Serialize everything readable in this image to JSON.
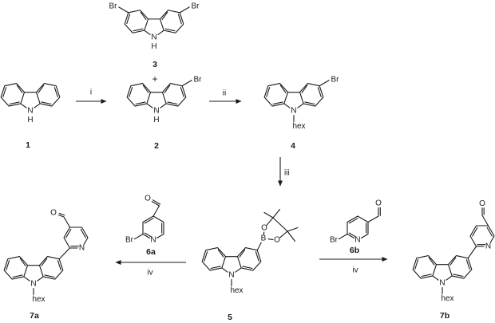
{
  "scheme": {
    "plus": "+",
    "steps": {
      "i": "i",
      "ii": "ii",
      "iii": "iii",
      "iv_left": "iv",
      "iv_right": "iv"
    }
  },
  "compounds": {
    "c1": {
      "label": "1",
      "atoms": {
        "n": "N",
        "h": "H"
      }
    },
    "c2": {
      "label": "2",
      "atoms": {
        "n": "N",
        "h": "H",
        "br": "Br"
      }
    },
    "c3": {
      "label": "3",
      "atoms": {
        "n": "N",
        "h": "H",
        "br_left": "Br",
        "br_right": "Br"
      }
    },
    "c4": {
      "label": "4",
      "atoms": {
        "n": "N",
        "hex": "hex",
        "br": "Br"
      }
    },
    "c5": {
      "label": "5",
      "atoms": {
        "n": "N",
        "hex": "hex",
        "b": "B",
        "o1": "O",
        "o2": "O"
      }
    },
    "c6a": {
      "label": "6a",
      "atoms": {
        "n": "N",
        "br": "Br",
        "o": "O"
      }
    },
    "c6b": {
      "label": "6b",
      "atoms": {
        "n": "N",
        "br": "Br",
        "o": "O"
      }
    },
    "c7a": {
      "label": "7a",
      "atoms": {
        "n": "N",
        "hex": "hex",
        "n_py": "N",
        "o": "O"
      }
    },
    "c7b": {
      "label": "7b",
      "atoms": {
        "n": "N",
        "hex": "hex",
        "n_py": "N",
        "o": "O"
      }
    }
  },
  "colors": {
    "ink": "#1a1a1a",
    "background": "#ffffff"
  }
}
